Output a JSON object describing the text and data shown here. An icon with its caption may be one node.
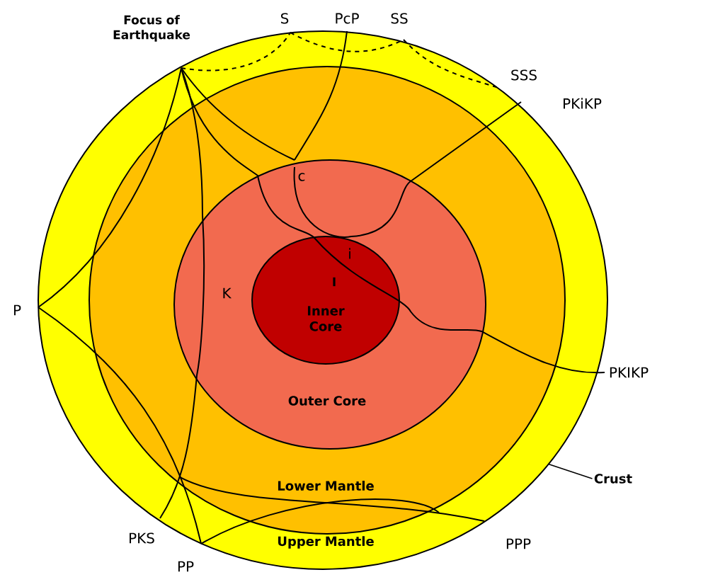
{
  "diagram": {
    "nodes": [
      {
        "text": [
          "Upper Mantle"
        ]
      },
      {
        "text": [
          "Lower Mantle"
        ],
        "in": 0
      },
      {
        "text": [
          "Outer Core"
        ],
        "in": 1
      },
      {
        "text": [
          "Inner Core"
        ],
        "in": 2
      },
      {
        "text": [
          "Crust"
        ]
      }
    ],
    "edges": [
      {
        "from": 4,
        "to": 0,
        "arrow": "none"
      }
    ],
    "labels": [
      "Focus of Earthquake",
      "S",
      "PcP",
      "SS",
      "SSS",
      "PKiKP",
      "c",
      "i",
      "K",
      "I",
      "P",
      "PKIKP",
      "PKS",
      "PPP",
      "PP"
    ]
  }
}
